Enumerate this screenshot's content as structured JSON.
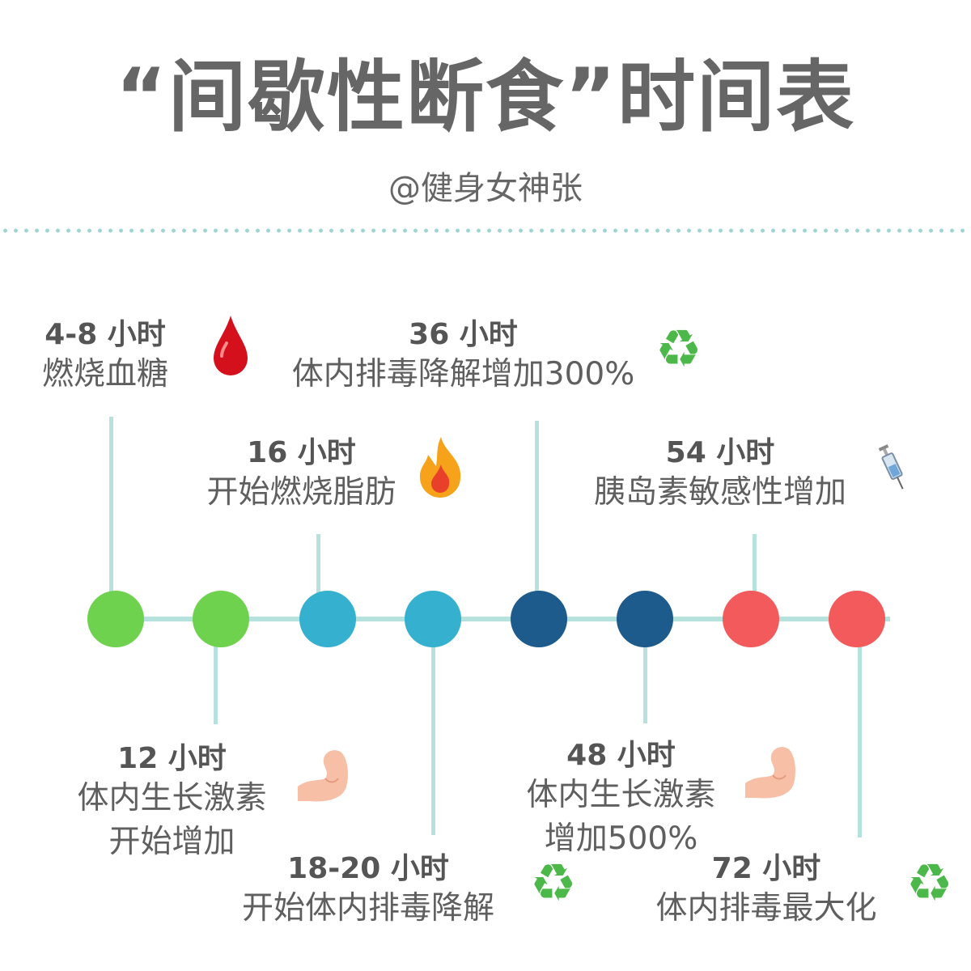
{
  "title": "“间歇性断食”时间表",
  "subtitle": "@健身女神张",
  "colors": {
    "green": "#6fd24f",
    "lightblue": "#35b1cf",
    "darkblue": "#1d5b8c",
    "red": "#f25a5c",
    "line": "#b5e2dc"
  },
  "milestones": [
    {
      "time": "4-8 小时",
      "desc": [
        "燃烧血糖"
      ],
      "icon": "blood-drop-icon"
    },
    {
      "time": "12 小时",
      "desc": [
        "体内生长激素",
        "开始增加"
      ],
      "icon": "flexed-biceps-icon"
    },
    {
      "time": "16 小时",
      "desc": [
        "开始燃烧脂肪"
      ],
      "icon": "fire-icon"
    },
    {
      "time": "18-20 小时",
      "desc": [
        "开始体内排毒降解"
      ],
      "icon": "recycle-icon"
    },
    {
      "time": "36 小时",
      "desc": [
        "体内排毒降解增加300%"
      ],
      "icon": "recycle-icon"
    },
    {
      "time": "48 小时",
      "desc": [
        "体内生长激素",
        "增加500%"
      ],
      "icon": "flexed-biceps-icon"
    },
    {
      "time": "54 小时",
      "desc": [
        "胰岛素敏感性增加"
      ],
      "icon": "syringe-icon"
    },
    {
      "time": "72 小时",
      "desc": [
        "体内排毒最大化"
      ],
      "icon": "recycle-icon"
    }
  ],
  "recycle_glyph": "♻"
}
